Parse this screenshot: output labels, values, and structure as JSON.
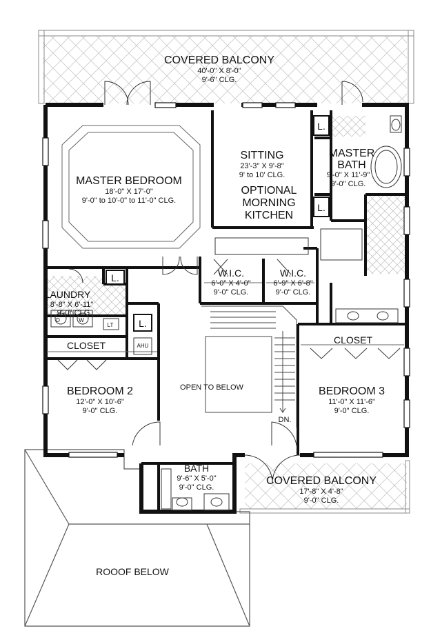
{
  "rooms": {
    "covered_balcony_top": {
      "name": "COVERED BALCONY",
      "size": "40'-0\" X 8'-0\"",
      "ceiling": "9'-6\" CLG."
    },
    "master_bedroom": {
      "name": "MASTER BEDROOM",
      "size": "18'-0\" X 17'-0\"",
      "ceiling": "9'-0\" to 10'-0\" to 11'-0\" CLG."
    },
    "sitting": {
      "name": "SITTING",
      "size": "23'-3\" X 9'-8\"",
      "ceiling": "9' to 10' CLG."
    },
    "optional_kitchen": {
      "line1": "OPTIONAL",
      "line2": "MORNING",
      "line3": "KITCHEN"
    },
    "master_bath": {
      "line1": "MASTER",
      "line2": "BATH",
      "size": "9'-0\" X 11'-9\"",
      "ceiling": "9'-0\" CLG."
    },
    "wic_left": {
      "name": "W.I.C.",
      "size": "6'-0\" X 4'-0\"",
      "ceiling": "9'-0\" CLG."
    },
    "wic_right": {
      "name": "W.I.C.",
      "size": "6'-9\" X 6'-8\"",
      "ceiling": "9'-0\" CLG."
    },
    "laundry": {
      "name": "LAUNDRY",
      "size": "8'-8\" X 6'-11\"",
      "ceiling": "9'-0\" CLG."
    },
    "closet_left": {
      "name": "CLOSET"
    },
    "closet_right": {
      "name": "CLOSET"
    },
    "bedroom_2": {
      "name": "BEDROOM 2",
      "size": "12'-0\" X 10'-6\"",
      "ceiling": "9'-0\" CLG."
    },
    "bedroom_3": {
      "name": "BEDROOM 3",
      "size": "11'-0\" X 11'-6\"",
      "ceiling": "9'-0\" CLG."
    },
    "open_to_below": {
      "name": "OPEN TO BELOW"
    },
    "bath": {
      "name": "BATH",
      "size": "9'-6\" X 5'-0\"",
      "ceiling": "9'-0\" CLG."
    },
    "covered_balcony_bottom": {
      "name": "COVERED BALCONY",
      "size": "17'-8\" X 4'-8\"",
      "ceiling": "9'-0\" CLG."
    },
    "roof_below": {
      "name": "ROOOF BELOW"
    }
  },
  "markers": {
    "linen_1": "L.",
    "linen_2": "L.",
    "linen_3": "L.",
    "linen_4": "L.",
    "ahu": "AHU",
    "stair_down": "DN.",
    "laundry_tub": "LT",
    "dryer": "D",
    "washer": "W"
  }
}
